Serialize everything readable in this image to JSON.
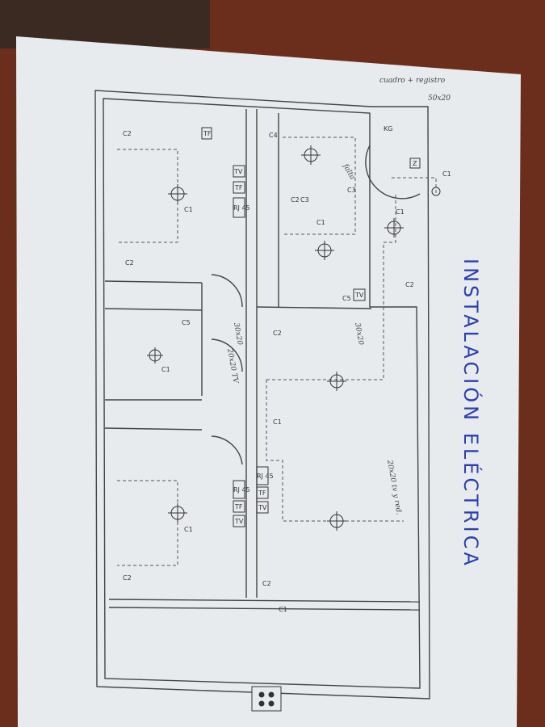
{
  "title": "INSTALACIÓN ELÉCTRICA",
  "annotations": {
    "panel_note": "cuadro + registro",
    "panel_size": "50x20",
    "missing_note": "falta",
    "box_30x20_a": "30x20",
    "box_30x20_b": "30x20",
    "box_20x20_tv": "20x20 TV",
    "box_20x20_tv_red": "20x20 tv y red."
  },
  "symbols": {
    "kg": "KG",
    "z": "Z",
    "tf": "TF",
    "tv": "TV",
    "rj45": "RJ 45",
    "c1": "C1",
    "c2": "C2",
    "c3": "C3",
    "c4": "C4",
    "c5": "C5"
  },
  "colors": {
    "ink": "#2b3fb0",
    "paper": "#e8ebee",
    "background": "#6b2e1c"
  }
}
